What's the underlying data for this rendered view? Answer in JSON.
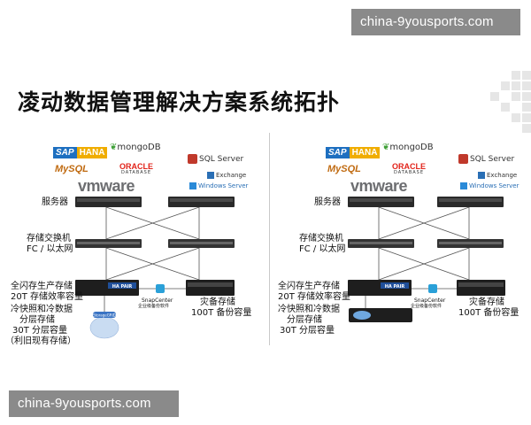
{
  "watermark": {
    "top": "china-9yousports.com",
    "bottom": "china-9yousports.com"
  },
  "title": "凌动数据管理解决方案系统拓扑",
  "logos": {
    "sap": "SAP",
    "hana": "HANA",
    "mongodb": "mongoDB",
    "mysql": "MySQL",
    "oracle": "ORACLE",
    "oracle_sub": "DATABASE",
    "vmware": "vmware",
    "sqlserver": "SQL Server",
    "exchange": "Exchange",
    "windows_server": "Windows Server"
  },
  "left_panel": {
    "server_label": "服务器",
    "switch_label_1": "存储交换机",
    "switch_label_2": "FC / 以太网",
    "primary_label_1": "全闪存生产存储",
    "primary_label_2": "20T 存储效率容量",
    "backup_label_1": "灾备存储",
    "backup_label_2": "100T 备份容量",
    "tier_label_1": "冷快照和冷数据",
    "tier_label_2": "分层存储",
    "tier_label_3": "30T 分层容量",
    "tier_label_4": "（利旧现有存储）",
    "snapcenter_1": "SnapCenter",
    "snapcenter_2": "企业级备份软件",
    "ha_pair": "HA PAIR",
    "storagegrid": "StorageGRID"
  },
  "right_panel": {
    "server_label": "服务器",
    "switch_label_1": "存储交换机",
    "switch_label_2": "FC / 以太网",
    "primary_label_1": "全闪存生产存储",
    "primary_label_2": "20T 存储效率容量",
    "backup_label_1": "灾备存储",
    "backup_label_2": "100T 备份容量",
    "tier_label_1": "冷快照和冷数据",
    "tier_label_2": "分层存储",
    "tier_label_3": "30T 分层容量",
    "snapcenter_1": "SnapCenter",
    "snapcenter_2": "企业级备份软件",
    "ha_pair": "HA PAIR"
  },
  "colors": {
    "sap_blue": "#1d6fc0",
    "hana_yellow": "#f0ad00",
    "oracle_red": "#e2231a",
    "vmware_gray": "#6d6e71",
    "mongodb_green": "#3fa037",
    "accent_blue": "#2a6fb5",
    "device_dark": "#222222",
    "square_gray": "#e3e3e3"
  }
}
